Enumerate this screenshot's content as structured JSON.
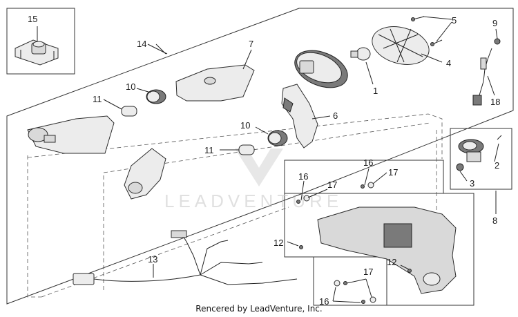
{
  "diagram": {
    "watermark": "LEADVENTURE",
    "credit": "Rencered by LeadVenture, Inc.",
    "callouts": {
      "c1": "1",
      "c2": "2",
      "c3": "3",
      "c4": "4",
      "c5": "5",
      "c6": "6",
      "c7": "7",
      "c8": "8",
      "c9": "9",
      "c10a": "10",
      "c10b": "10",
      "c11a": "11",
      "c11b": "11",
      "c12a": "12",
      "c12b": "12",
      "c13": "13",
      "c14": "14",
      "c15": "15",
      "c16a": "16",
      "c16b": "16",
      "c16c": "16",
      "c17a": "17",
      "c17b": "17",
      "c17c": "17",
      "c18": "18"
    }
  }
}
